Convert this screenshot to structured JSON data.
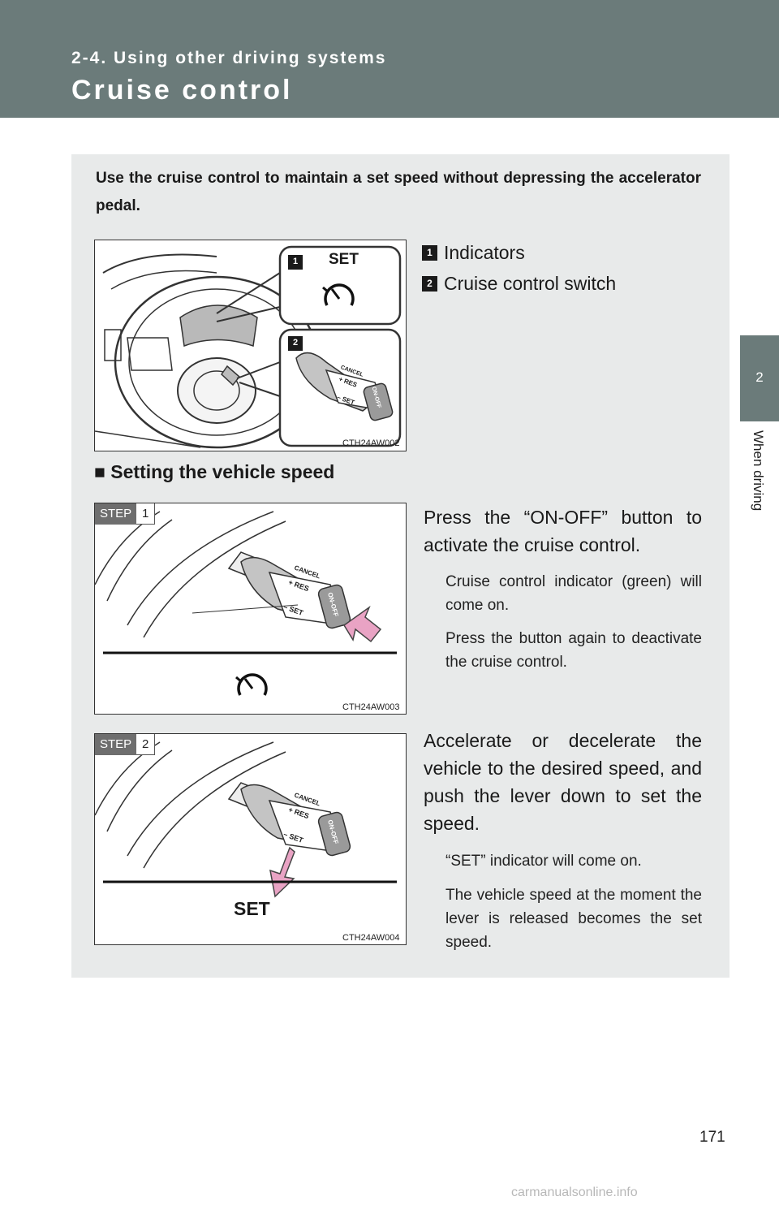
{
  "header": {
    "section": "2-4. Using other driving systems",
    "title": "Cruise control"
  },
  "side_tab": {
    "number": "2",
    "label": "When driving"
  },
  "intro": "Use the cruise control to maintain a set speed without depressing the accelerator pedal.",
  "figure1": {
    "code": "CTH24AW002",
    "callout1_label": "SET",
    "badge1": "1",
    "badge2": "2"
  },
  "legend": [
    {
      "badge": "1",
      "text": "Indicators"
    },
    {
      "badge": "2",
      "text": "Cruise control switch"
    }
  ],
  "subheading": "■ Setting the vehicle speed",
  "steps": [
    {
      "tag": "STEP",
      "number": "1",
      "code": "CTH24AW003",
      "text": "Press the “ON-OFF” button to activate the cruise control.",
      "notes": [
        "Cruise control indicator (green) will come on.",
        "Press the button again to deactivate the cruise control."
      ]
    },
    {
      "tag": "STEP",
      "number": "2",
      "code": "CTH24AW004",
      "display_label": "SET",
      "text": "Accelerate or decelerate the vehicle to the desired speed, and push the lever down to set the speed.",
      "notes": [
        "“SET” indicator will come on.",
        "The vehicle speed at the moment the lever is released becomes the set speed."
      ]
    }
  ],
  "lever_labels": {
    "cancel": "CANCEL",
    "res": "+ RES",
    "set": "– SET",
    "onoff": "ON-OFF"
  },
  "page_number": "171",
  "watermark": "carmanualsonline.info",
  "colors": {
    "header": "#6b7b7a",
    "panel": "#e8eaea",
    "arrow": "#e9a3c4"
  }
}
